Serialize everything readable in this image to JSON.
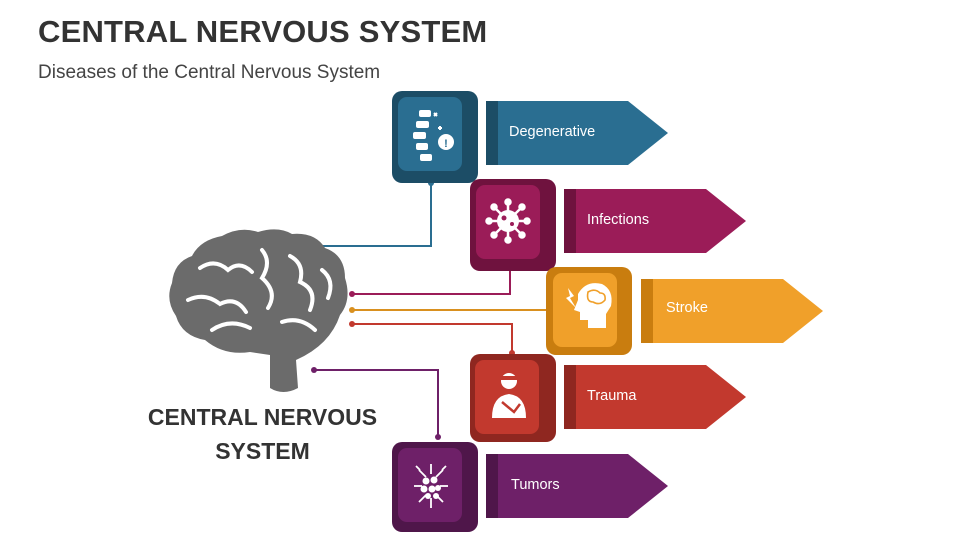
{
  "title": "CENTRAL NERVOUS SYSTEM",
  "subtitle": "Diseases of the Central Nervous System",
  "center": {
    "line1": "CENTRAL NERVOUS",
    "line2": "SYSTEM"
  },
  "items": [
    {
      "label": "Degenerative",
      "icon": "spine-icon",
      "color": "#2a6e91",
      "dark": "#1c4d66"
    },
    {
      "label": "Infections",
      "icon": "virus-icon",
      "color": "#9b1c58",
      "dark": "#6f123e"
    },
    {
      "label": "Stroke",
      "icon": "stroke-head-icon",
      "color": "#f0a02a",
      "dark": "#c97d0f"
    },
    {
      "label": "Trauma",
      "icon": "injured-person-icon",
      "color": "#c2392e",
      "dark": "#8f2720"
    },
    {
      "label": "Tumors",
      "icon": "tumor-cell-icon",
      "color": "#6e2068",
      "dark": "#4f164a"
    }
  ],
  "colors": {
    "brain": "#6b6b6b",
    "title": "#333333"
  }
}
